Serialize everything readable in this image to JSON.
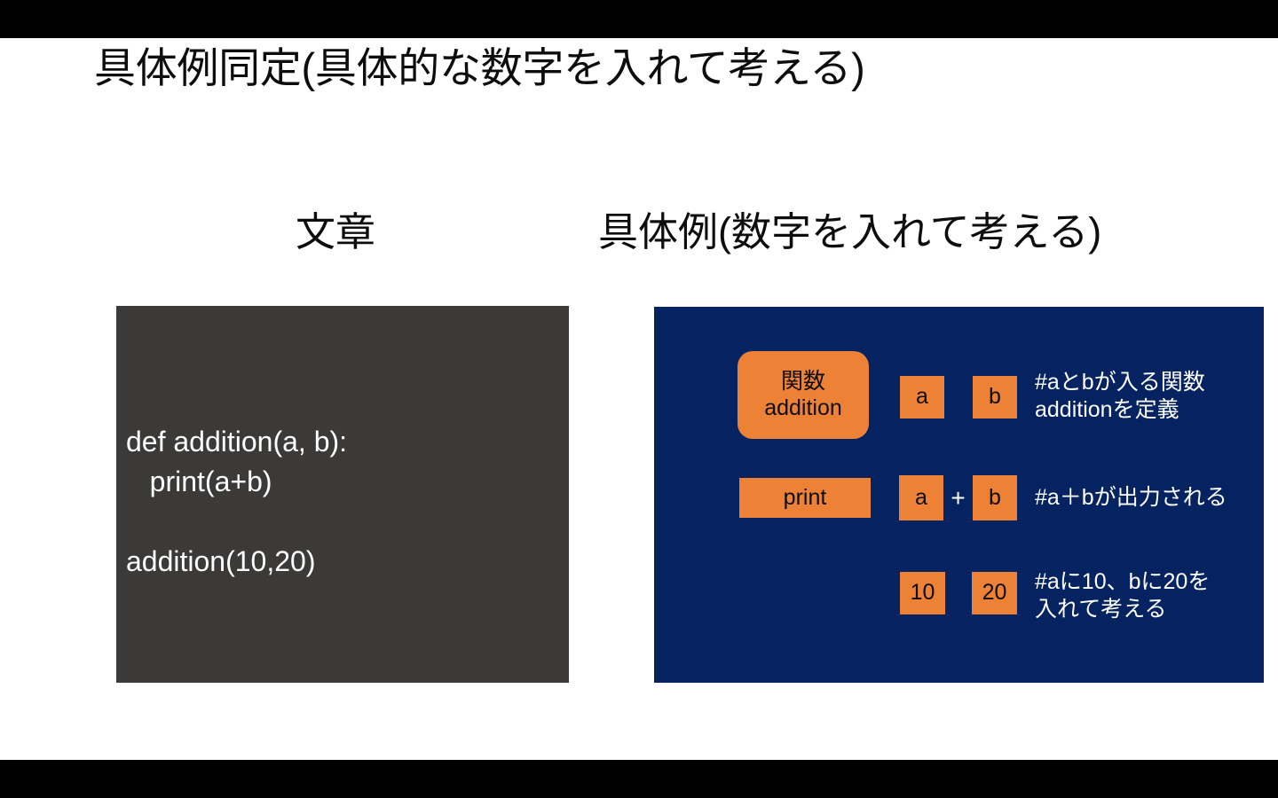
{
  "slide": {
    "title": "具体例同定(具体的な数字を入れて考える)",
    "background_color": "#ffffff",
    "letterbox_color": "#000000"
  },
  "columns": {
    "left_heading": "文章",
    "right_heading": "具体例(数字を入れて考える)"
  },
  "code_panel": {
    "background_color": "#3b3a38",
    "text_color": "#ffffff",
    "code": "def addition(a, b):\n   print(a+b)\n\naddition(10,20)"
  },
  "diagram_panel": {
    "background_color": "#052361",
    "box_color": "#ed8136",
    "box_text_color": "#0d0d0d",
    "caption_text_color": "#ffffff",
    "rows": [
      {
        "box_line1": "関数",
        "box_line2": "addition",
        "arg_a": "a",
        "arg_b": "b",
        "caption": "#aとbが入る関数\nadditionを定義"
      },
      {
        "box_label": "print",
        "arg_a": "a",
        "operator": "+",
        "arg_b": "b",
        "caption": "#a＋bが出力される"
      },
      {
        "value_a": "10",
        "value_b": "20",
        "caption": "#aに10、bに20を\n入れて考える"
      }
    ]
  }
}
